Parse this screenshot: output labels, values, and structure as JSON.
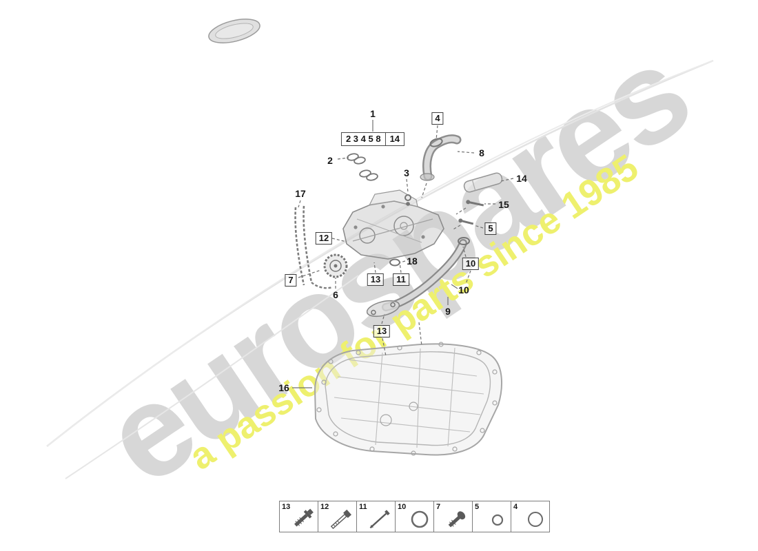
{
  "watermark": {
    "brand": "eurospares",
    "tagline": "a passion for parts since 1985",
    "brand_color": "#d7d7d7",
    "tagline_color": "#eef06e"
  },
  "callouts": {
    "c1": "1",
    "group_parts": "2 3 4 5 8",
    "group_extra": "14",
    "c2": "2",
    "c3": "3",
    "c4": "4",
    "c5": "5",
    "c6": "6",
    "c7": "7",
    "c8": "8",
    "c9": "9",
    "c10_box": "10",
    "c10": "10",
    "c11": "11",
    "c12": "12",
    "c13_a": "13",
    "c13_b": "13",
    "c14": "14",
    "c15": "15",
    "c16": "16",
    "c17": "17",
    "c18": "18"
  },
  "legend": {
    "items": [
      {
        "number": "13",
        "icon": "flange-bolt"
      },
      {
        "number": "12",
        "icon": "hex-bolt"
      },
      {
        "number": "11",
        "icon": "stud-bolt"
      },
      {
        "number": "10",
        "icon": "o-ring-large"
      },
      {
        "number": "7",
        "icon": "torx-screw"
      },
      {
        "number": "5",
        "icon": "seal-washer"
      },
      {
        "number": "4",
        "icon": "o-ring"
      }
    ]
  }
}
